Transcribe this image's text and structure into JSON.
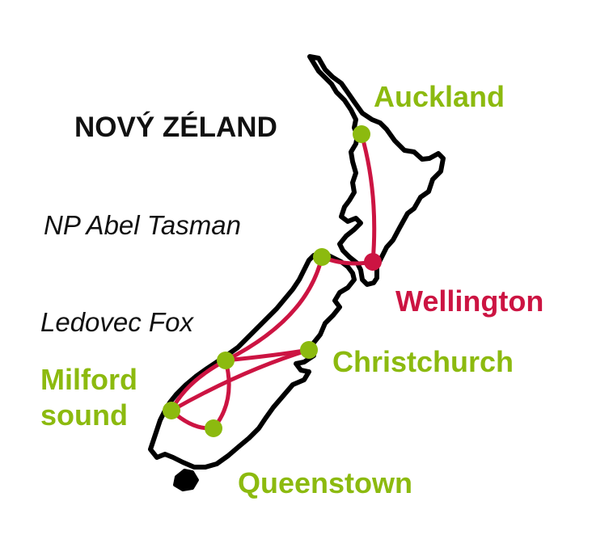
{
  "map": {
    "title": "NOVÝ ZÉLAND",
    "places": {
      "auckland": "Auckland",
      "abel_tasman": "NP Abel Tasman",
      "wellington": "Wellington",
      "fox_glacier": "Ledovec Fox",
      "christchurch": "Christchurch",
      "milford_line1": "Milford",
      "milford_line2": "sound",
      "queenstown": "Queenstown"
    },
    "colors": {
      "route": "#cc1442",
      "stop": "#8cba0f",
      "coast": "#000000",
      "title": "#111111"
    }
  }
}
